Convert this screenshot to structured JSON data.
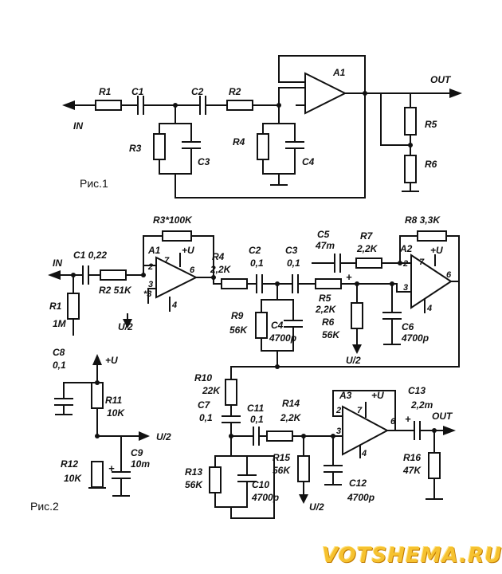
{
  "figure1": {
    "caption": "Рис.1",
    "labels": {
      "in": "IN",
      "out": "OUT",
      "a1": "A1",
      "r1": "R1",
      "r2": "R2",
      "r3": "R3",
      "r4": "R4",
      "r5": "R5",
      "r6": "R6",
      "c1": "C1",
      "c2": "C2",
      "c3": "C3",
      "c4": "C4"
    }
  },
  "figure2": {
    "caption": "Рис.2",
    "labels": {
      "in": "IN",
      "out": "OUT",
      "c1": "C1 0,22",
      "r1": "R1",
      "r1v": "1M",
      "r2": "R2 51K",
      "r2mark": "*3",
      "r3": "R3*100K",
      "a1": "A1",
      "a1_p2": "2",
      "a1_p3": "3",
      "a1_p4": "4",
      "a1_p6": "6",
      "a1_p7": "7",
      "a1_pu": "+U",
      "a1_half": "U/2",
      "r4": "R4",
      "r4v": "2,2K",
      "c2": "C2",
      "c2v": "0,1",
      "c3": "C3",
      "c3v": "0,1",
      "r9": "R9",
      "r9v": "56K",
      "c4": "C4",
      "c4v": "4700p",
      "c5": "C5",
      "c5v": "47m",
      "c5plus": "+",
      "r7": "R7",
      "r7v": "2,2K",
      "r5": "R5",
      "r5v": "2,2K",
      "r6": "R6",
      "r6v": "56K",
      "r6_half": "U/2",
      "c6": "C6",
      "c6v": "4700p",
      "r8": "R8 3,3K",
      "a2": "A2",
      "a2_p2": "2",
      "a2_p3": "3",
      "a2_p4": "4",
      "a2_p6": "6",
      "a2_p7": "7",
      "a2_pu": "+U",
      "c8": "C8",
      "c8v": "0,1",
      "pu": "+U",
      "r11": "R11",
      "r11v": "10K",
      "r12": "R12",
      "r12v": "10K",
      "c9": "C9",
      "c9v": "10m",
      "c9plus": "+",
      "half": "U/2",
      "r10": "R10",
      "r10v": "22K",
      "c7": "C7",
      "c7v": "0,1",
      "c11": "C11",
      "c11v": "0,1",
      "r14": "R14",
      "r14v": "2,2K",
      "r13": "R13",
      "r13v": "56K",
      "c10": "C10",
      "c10v": "4700p",
      "r15": "R15",
      "r15v": "56K",
      "r15_half": "U/2",
      "c12": "C12",
      "c12v": "4700p",
      "a3": "A3",
      "a3_p2": "2",
      "a3_p3": "3",
      "a3_p4": "4",
      "a3_p6": "6",
      "a3_p7": "7",
      "a3_pu": "+U",
      "c13": "C13",
      "c13v": "2,2m",
      "c13plus": "+",
      "r16": "R16",
      "r16v": "47K"
    }
  },
  "watermark": "VOTSHEMA.RU"
}
